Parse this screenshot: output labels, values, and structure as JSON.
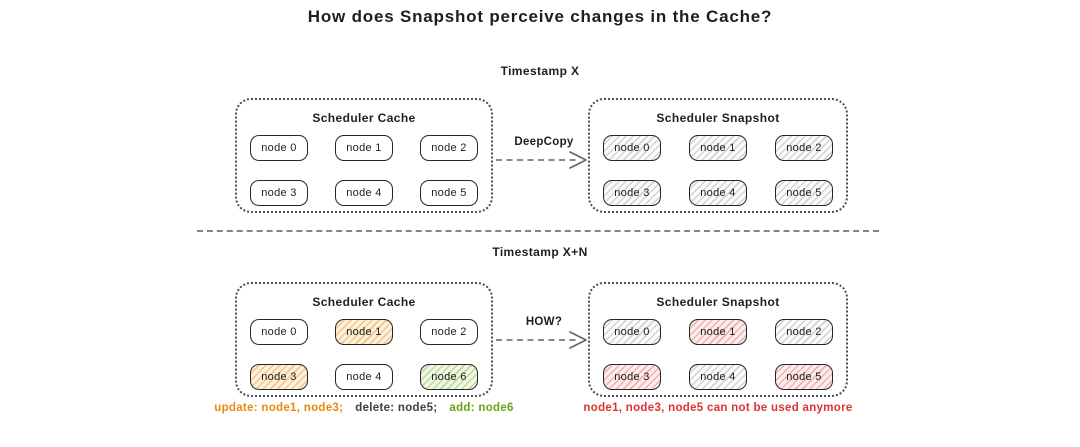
{
  "title": "How does Snapshot perceive changes in the Cache?",
  "palette": {
    "update_orange": "#e8890c",
    "delete_dark": "#3b4045",
    "add_green": "#6aa412",
    "invalid_red": "#e03131",
    "node_border": "#1e1e1e",
    "divider_gray": "#7d858d"
  },
  "sections": [
    {
      "timestamp": "Timestamp X",
      "arrow_label": "DeepCopy",
      "cache": {
        "title": "Scheduler Cache",
        "nodes": [
          {
            "label": "node 0",
            "state": "plain"
          },
          {
            "label": "node 1",
            "state": "plain"
          },
          {
            "label": "node 2",
            "state": "plain"
          },
          {
            "label": "node 3",
            "state": "plain"
          },
          {
            "label": "node 4",
            "state": "plain"
          },
          {
            "label": "node 5",
            "state": "plain"
          }
        ]
      },
      "snapshot": {
        "title": "Scheduler Snapshot",
        "nodes": [
          {
            "label": "node 0",
            "state": "gray"
          },
          {
            "label": "node 1",
            "state": "gray"
          },
          {
            "label": "node 2",
            "state": "gray"
          },
          {
            "label": "node 3",
            "state": "gray"
          },
          {
            "label": "node 4",
            "state": "gray"
          },
          {
            "label": "node 5",
            "state": "gray"
          }
        ]
      }
    },
    {
      "timestamp": "Timestamp X+N",
      "arrow_label": "HOW?",
      "cache": {
        "title": "Scheduler Cache",
        "nodes": [
          {
            "label": "node 0",
            "state": "plain"
          },
          {
            "label": "node 1",
            "state": "orange"
          },
          {
            "label": "node 2",
            "state": "plain"
          },
          {
            "label": "node 3",
            "state": "orange"
          },
          {
            "label": "node 4",
            "state": "plain"
          },
          {
            "label": "node 6",
            "state": "green"
          }
        ]
      },
      "snapshot": {
        "title": "Scheduler Snapshot",
        "nodes": [
          {
            "label": "node 0",
            "state": "gray"
          },
          {
            "label": "node 1",
            "state": "red"
          },
          {
            "label": "node 2",
            "state": "gray"
          },
          {
            "label": "node 3",
            "state": "red"
          },
          {
            "label": "node 4",
            "state": "gray"
          },
          {
            "label": "node 5",
            "state": "red"
          }
        ]
      },
      "cache_caption": [
        {
          "text": "update: node1, node3;",
          "tone": "orange"
        },
        {
          "text": "delete: node5;",
          "tone": "dark"
        },
        {
          "text": "add: node6",
          "tone": "green"
        }
      ],
      "snapshot_caption": [
        {
          "text": "node1, node3, node5 can not be used anymore",
          "tone": "red"
        }
      ]
    }
  ]
}
